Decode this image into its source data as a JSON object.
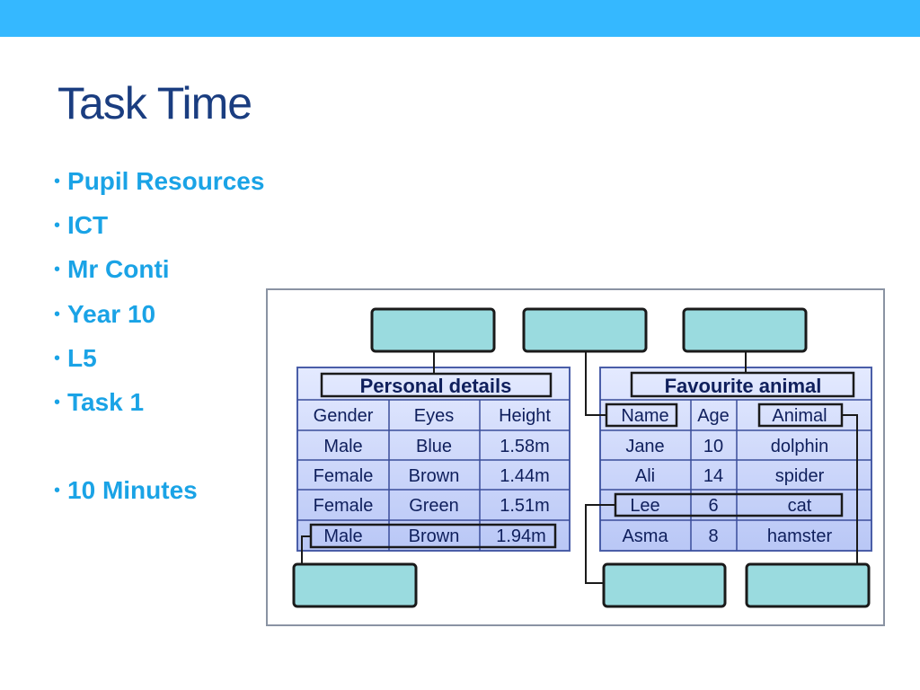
{
  "slide": {
    "title": "Task Time",
    "bullets": [
      "Pupil Resources",
      "ICT",
      "Mr Conti",
      "Year 10",
      "L5",
      "Task 1",
      "10 Minutes"
    ]
  },
  "diagram": {
    "left_table": {
      "title": "Personal details",
      "headers": [
        "Gender",
        "Eyes",
        "Height"
      ],
      "rows": [
        [
          "Male",
          "Blue",
          "1.58m"
        ],
        [
          "Female",
          "Brown",
          "1.44m"
        ],
        [
          "Female",
          "Green",
          "1.51m"
        ],
        [
          "Male",
          "Brown",
          "1.94m"
        ]
      ]
    },
    "right_table": {
      "title": "Favourite animal",
      "headers": [
        "Name",
        "Age",
        "Animal"
      ],
      "rows": [
        [
          "Jane",
          "10",
          "dolphin"
        ],
        [
          "Ali",
          "14",
          "spider"
        ],
        [
          "Lee",
          "6",
          "cat"
        ],
        [
          "Asma",
          "8",
          "hamster"
        ]
      ]
    }
  },
  "colors": {
    "accent_bar": "#35b8ff",
    "title": "#1a3d80",
    "bullets": "#1aa3e6",
    "label_box": "#9adbdf",
    "table_fill": "#c8d4f8"
  }
}
